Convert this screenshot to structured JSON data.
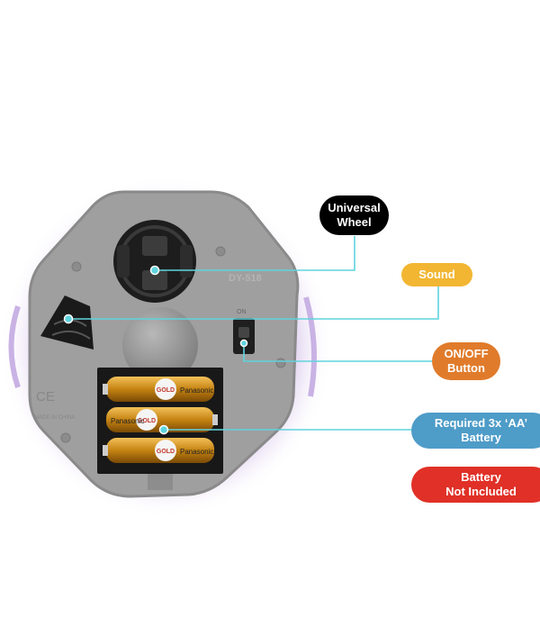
{
  "labels": {
    "wheel": "Universal\nWheel",
    "sound": "Sound",
    "onoff": "ON/OFF\nButton",
    "battery": "Required 3x ‘AA’\nBattery",
    "not_included": "Battery\nNot Included"
  },
  "device_text": {
    "model": "DY-518",
    "switch_mark": "ON",
    "certification": "CE",
    "made_in": "MADE IN CHINA",
    "battery_brand": "Panasonic",
    "battery_grade": "GOLD"
  },
  "colors": {
    "wheel_tag": "#000000",
    "sound_tag": "#f2b632",
    "onoff_tag": "#e07b2b",
    "battery_tag": "#4e9cc8",
    "not_included_tag": "#e03027",
    "leader_line": "#5fd4de",
    "housing": "#9c9c9c",
    "glow": "#c8b0e0"
  }
}
